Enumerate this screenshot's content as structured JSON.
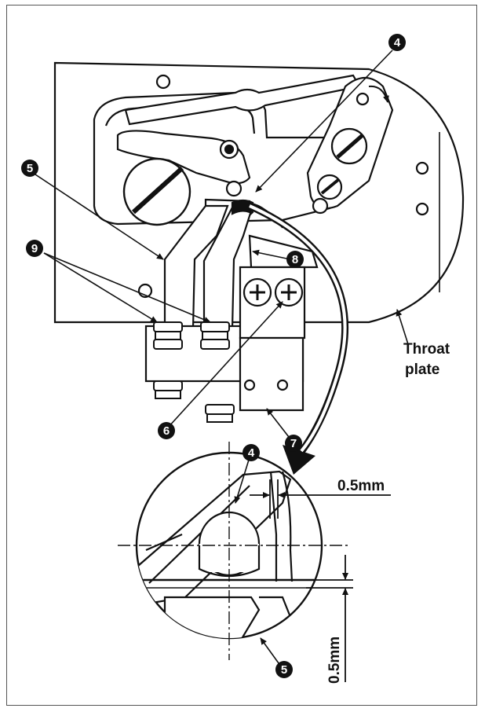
{
  "labels": {
    "part_4_top": "4",
    "part_4_detail": "4",
    "part_5_top": "5",
    "part_5_detail": "5",
    "part_6": "6",
    "part_7": "7",
    "part_8": "8",
    "part_9": "9",
    "throat_plate_line1": "Throat",
    "throat_plate_line2": "plate",
    "dim_horizontal": "0.5mm",
    "dim_vertical": "0.5mm"
  },
  "colors": {
    "ink": "#111111",
    "paper": "#ffffff"
  }
}
